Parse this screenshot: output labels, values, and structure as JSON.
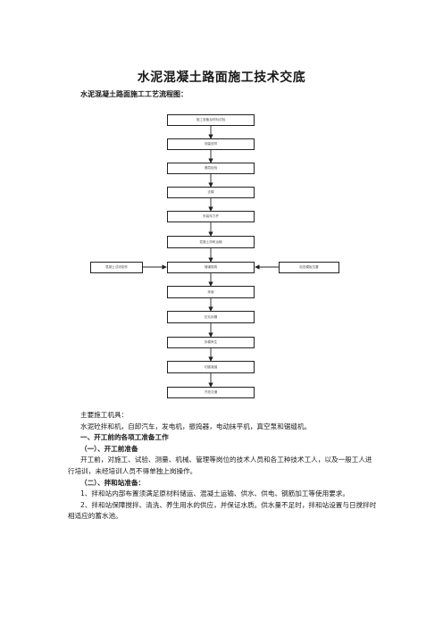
{
  "document": {
    "title": "水泥混凝土路面施工技术交底",
    "flowchart_caption": "水泥混凝土路面施工工艺流程图："
  },
  "flowchart": {
    "main_steps": [
      "施工准备及材料试验",
      "测量放样",
      "基层检验",
      "支模",
      "安装传力杆",
      "混凝土拌和运输",
      "摊铺振捣",
      "抹面",
      "拉毛刻槽",
      "拆模养生",
      "切缝灌缝",
      "开放交通"
    ],
    "left_side_step": "混凝土试块制作",
    "right_side_step": "检查模板位置"
  },
  "body": {
    "equipment_heading": "主要施工机具：",
    "equipment_list": "水泥砼拌和机，自卸汽车，发电机，振捣器，电动抹平机，真空泵和锯缝机。",
    "section1_heading": "一、开工前的各项工准备工作",
    "sub1_heading": "（一）、开工前准备",
    "sub1_text": "开工前，对施工、试验、测量、机械、管理等岗位的技术人员和各工种技术工人，以及一般工人进行培训，未经培训人员不得单独上岗操作。",
    "sub2_heading": "（二）、拌和站准备：",
    "item1_text": "1、拌和站内部布置须满足原材料储运、混凝土运输、供水、供电、钢筋加工等使用要求。",
    "item2_text": "2、拌和站保障搅拌、清洗、养生用水的供应，并保证水质。供水量不足时，拌和站设置与日搅拌时相适应的蓄水池。"
  }
}
